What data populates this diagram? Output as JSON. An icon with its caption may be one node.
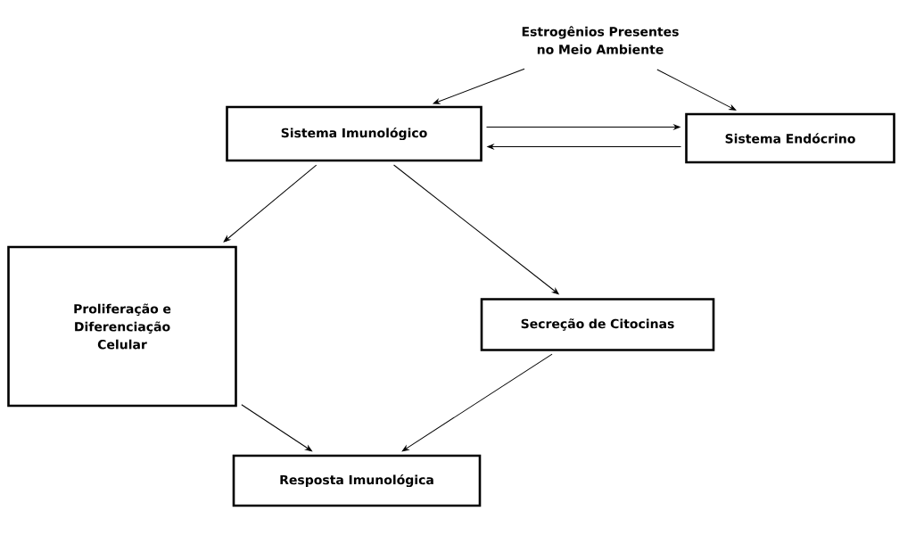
{
  "diagram": {
    "nodes": [
      {
        "text": [
          "Estrogênios Presentes no Meio Ambiente"
        ]
      },
      {
        "text": [
          "Sistema Imunológico"
        ]
      },
      {
        "text": [
          "Sistema Endócrino"
        ]
      },
      {
        "text": [
          "Proliferação e Diferenciação Celular"
        ]
      },
      {
        "text": [
          "Secreção de Citocinas"
        ]
      },
      {
        "text": [
          "Resposta Imunológica"
        ]
      }
    ],
    "edges": [
      {
        "from": 0,
        "to": 1,
        "arrow": "to"
      },
      {
        "from": 0,
        "to": 2,
        "arrow": "to"
      },
      {
        "from": 1,
        "to": 2,
        "arrow": "to"
      },
      {
        "from": 2,
        "to": 1,
        "arrow": "to"
      },
      {
        "from": 1,
        "to": 3,
        "arrow": "to"
      },
      {
        "from": 1,
        "to": 4,
        "arrow": "to"
      },
      {
        "from": 3,
        "to": 5,
        "arrow": "to"
      },
      {
        "from": 4,
        "to": 5,
        "arrow": "to"
      }
    ]
  }
}
